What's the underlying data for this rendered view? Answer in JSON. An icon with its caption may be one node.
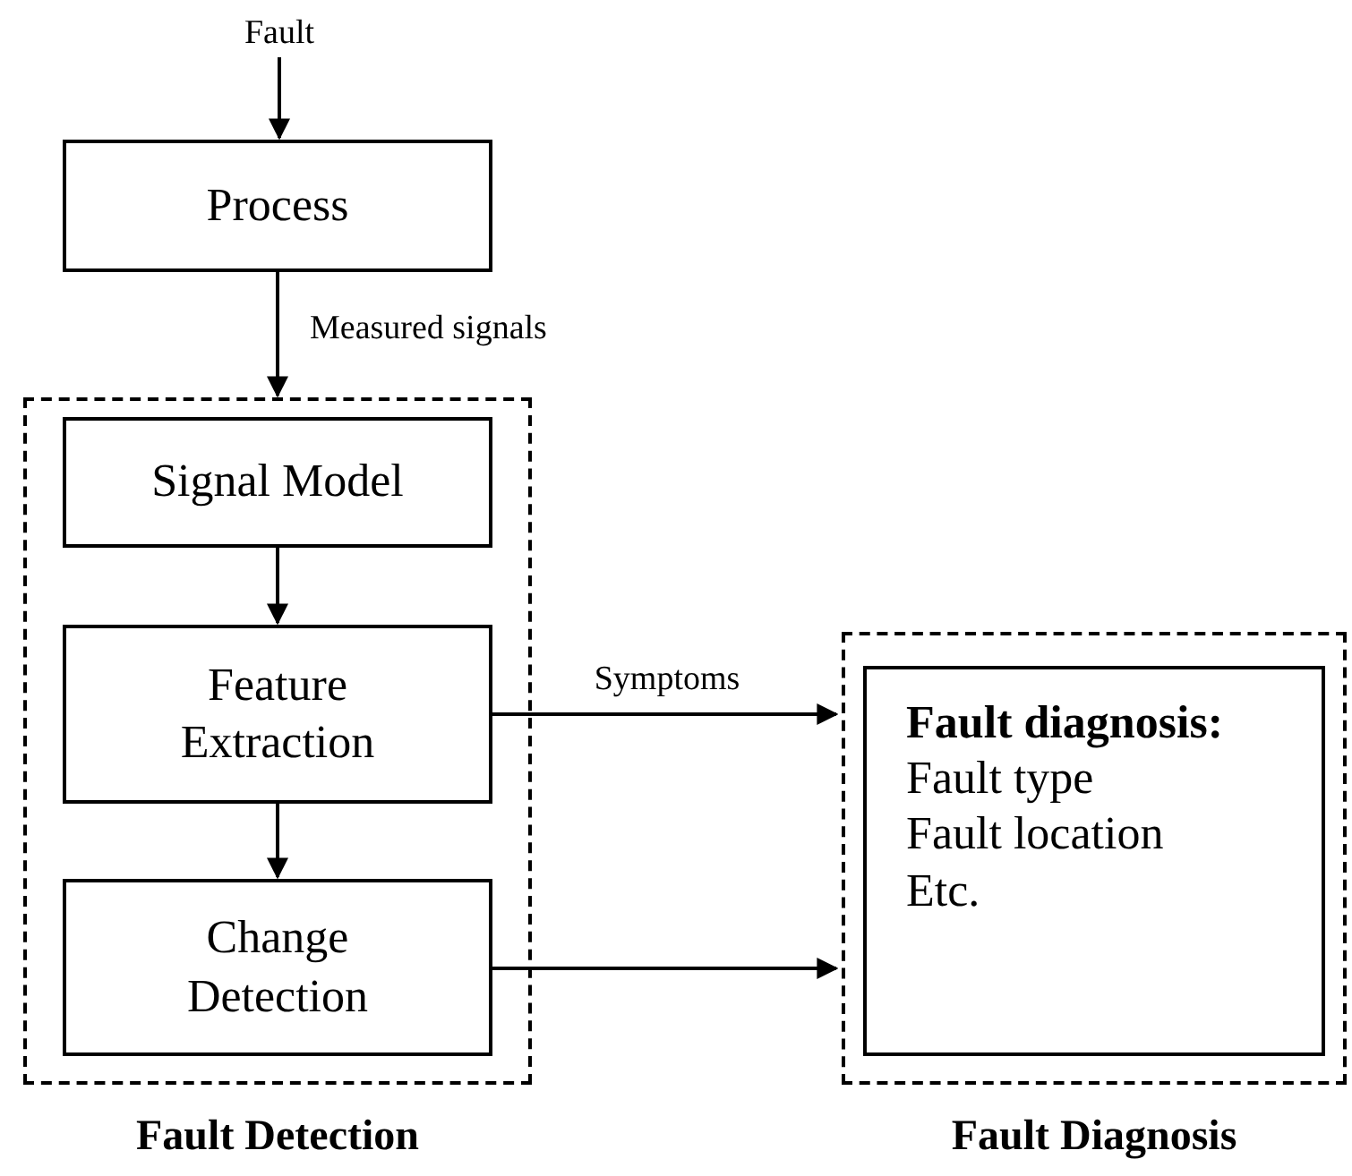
{
  "diagram": {
    "nodes": [
      {
        "text": [
          "Fault"
        ]
      },
      {
        "text": [
          "Process"
        ]
      },
      {
        "text": [
          "Fault Detection"
        ]
      },
      {
        "text": [
          "Signal Model"
        ],
        "in": 2
      },
      {
        "text": [
          "Feature Extraction"
        ],
        "in": 2
      },
      {
        "text": [
          "Change Detection"
        ],
        "in": 2
      },
      {
        "text": [
          "Fault Diagnosis"
        ]
      },
      {
        "text": [
          "Fault diagnosis:",
          "Fault type",
          "Fault location",
          "Etc."
        ],
        "in": 6
      }
    ],
    "edges": [
      {
        "from": 0,
        "to": 1,
        "arrow": "to"
      },
      {
        "from": 1,
        "to": 2,
        "arrow": "to",
        "label": "Measured signals"
      },
      {
        "from": 3,
        "to": 4,
        "arrow": "to"
      },
      {
        "from": 4,
        "to": 5,
        "arrow": "to"
      },
      {
        "from": 4,
        "to": 6,
        "arrow": "to",
        "label": "Symptoms"
      },
      {
        "from": 5,
        "to": 6,
        "arrow": "to"
      }
    ]
  }
}
